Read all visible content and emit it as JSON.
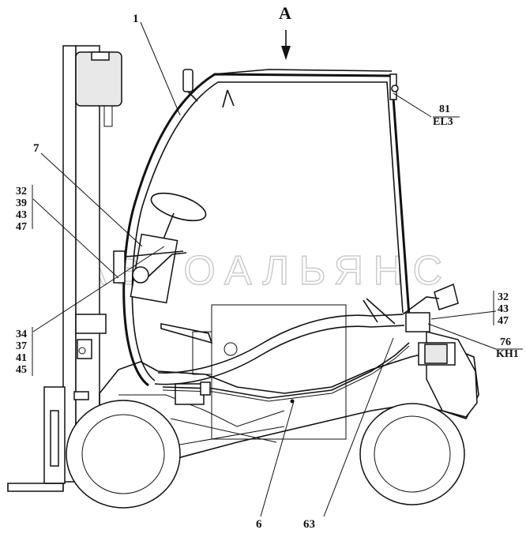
{
  "view_label": "A",
  "watermark": "АВТОАЛЬЯНС",
  "callouts": {
    "c1": "1",
    "c7": "7",
    "c6": "6",
    "c63": "63",
    "c81_num": "81",
    "c81_code": "EL3",
    "left_group_a": [
      "32",
      "39",
      "43",
      "47"
    ],
    "left_group_b": [
      "34",
      "37",
      "41",
      "45"
    ],
    "right_group": [
      "32",
      "43",
      "47"
    ],
    "c76_num": "76",
    "c76_code": "KH1"
  }
}
